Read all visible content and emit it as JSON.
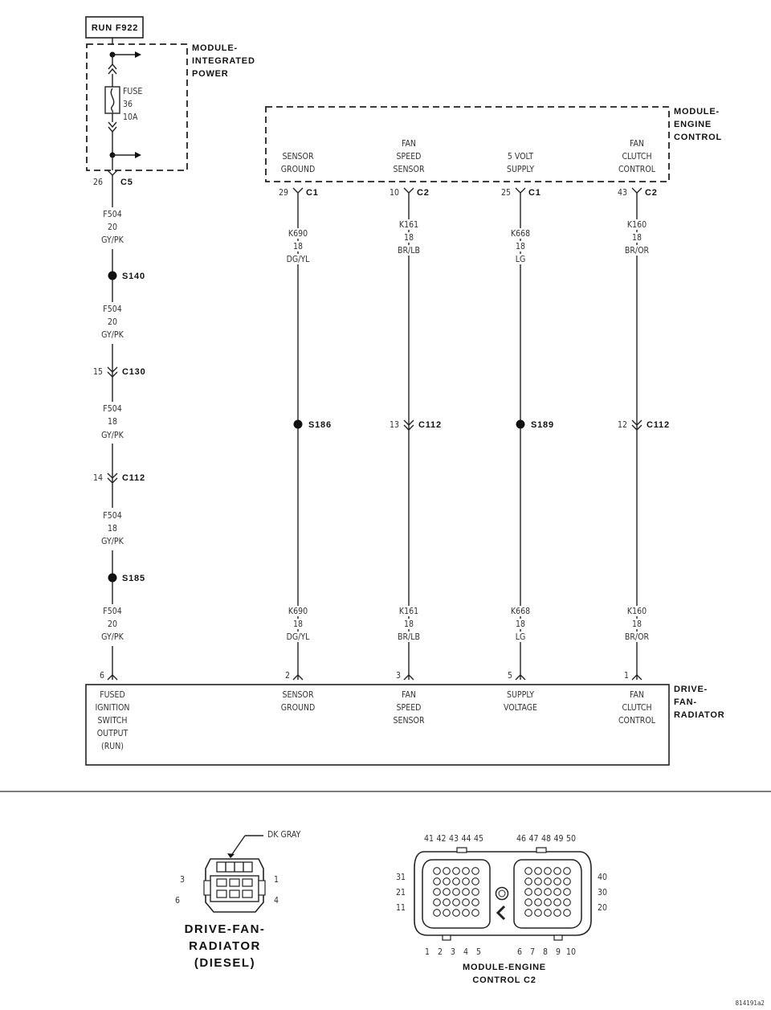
{
  "run_box": "RUN F922",
  "modules": {
    "integrated_power": [
      "MODULE-",
      "INTEGRATED",
      "POWER"
    ],
    "engine_control": [
      "MODULE-",
      "ENGINE",
      "CONTROL"
    ],
    "drive_fan_radiator": [
      "DRIVE-",
      "FAN-",
      "RADIATOR"
    ]
  },
  "fuse": {
    "label": "FUSE",
    "number": "36",
    "rating": "10A"
  },
  "left_wire": {
    "pin": "26",
    "connector": "C5",
    "segments": [
      [
        "F504",
        "20",
        "GY/PK"
      ],
      [
        "F504",
        "20",
        "GY/PK"
      ],
      [
        "F504",
        "18",
        "GY/PK"
      ],
      [
        "F504",
        "18",
        "GY/PK"
      ],
      [
        "F504",
        "20",
        "GY/PK"
      ]
    ],
    "splices": [
      "S140",
      "S185"
    ],
    "connectors": [
      {
        "pin": "15",
        "name": "C130"
      },
      {
        "pin": "14",
        "name": "C112"
      }
    ],
    "bottom_pin": "6"
  },
  "ecm_circuits": [
    {
      "function": [
        "SENSOR",
        "GROUND"
      ],
      "pin": "29",
      "connector": "C1",
      "wire_top": [
        "K690",
        "18",
        "DG/YL"
      ],
      "mid": {
        "kind": "splice",
        "name": "S186",
        "pin": ""
      },
      "wire_bottom": [
        "K690",
        "18",
        "DG/YL"
      ],
      "bottom_pin": "2",
      "bottom_function": [
        "SENSOR",
        "GROUND"
      ]
    },
    {
      "function": [
        "FAN",
        "SPEED",
        "SENSOR"
      ],
      "pin": "10",
      "connector": "C2",
      "wire_top": [
        "K161",
        "18",
        "BR/LB"
      ],
      "mid": {
        "kind": "connector",
        "name": "C112",
        "pin": "13"
      },
      "wire_bottom": [
        "K161",
        "18",
        "BR/LB"
      ],
      "bottom_pin": "3",
      "bottom_function": [
        "FAN",
        "SPEED",
        "SENSOR"
      ]
    },
    {
      "function": [
        "5 VOLT",
        "SUPPLY"
      ],
      "pin": "25",
      "connector": "C1",
      "wire_top": [
        "K668",
        "18",
        "LG"
      ],
      "mid": {
        "kind": "splice",
        "name": "S189",
        "pin": ""
      },
      "wire_bottom": [
        "K668",
        "18",
        "LG"
      ],
      "bottom_pin": "5",
      "bottom_function": [
        "SUPPLY",
        "VOLTAGE"
      ]
    },
    {
      "function": [
        "FAN",
        "CLUTCH",
        "CONTROL"
      ],
      "pin": "43",
      "connector": "C2",
      "wire_top": [
        "K160",
        "18",
        "BR/OR"
      ],
      "mid": {
        "kind": "connector",
        "name": "C112",
        "pin": "12"
      },
      "wire_bottom": [
        "K160",
        "18",
        "BR/OR"
      ],
      "bottom_pin": "1",
      "bottom_function": [
        "FAN",
        "CLUTCH",
        "CONTROL"
      ]
    }
  ],
  "left_bottom_function": [
    "FUSED",
    "IGNITION",
    "SWITCH",
    "OUTPUT",
    "(RUN)"
  ],
  "connector_views": {
    "drive_fan": {
      "color_label": "DK GRAY",
      "pins": {
        "top_left": "3",
        "bottom_left": "6",
        "top_right": "1",
        "bottom_right": "4"
      },
      "title": [
        "DRIVE-FAN-",
        "RADIATOR",
        "(DIESEL)"
      ]
    },
    "ecm_c2": {
      "top_left_pins": [
        "41",
        "42",
        "43",
        "44",
        "45"
      ],
      "top_right_pins": [
        "46",
        "47",
        "48",
        "49",
        "50"
      ],
      "left_side_pins": [
        "31",
        "21",
        "11"
      ],
      "right_side_pins": [
        "40",
        "30",
        "20"
      ],
      "bottom_left_pins": [
        "1",
        "2",
        "3",
        "4",
        "5"
      ],
      "bottom_right_pins": [
        "6",
        "7",
        "8",
        "9",
        "10"
      ],
      "title": [
        "MODULE-ENGINE",
        "CONTROL C2"
      ]
    }
  },
  "figure_id": "814191a2"
}
